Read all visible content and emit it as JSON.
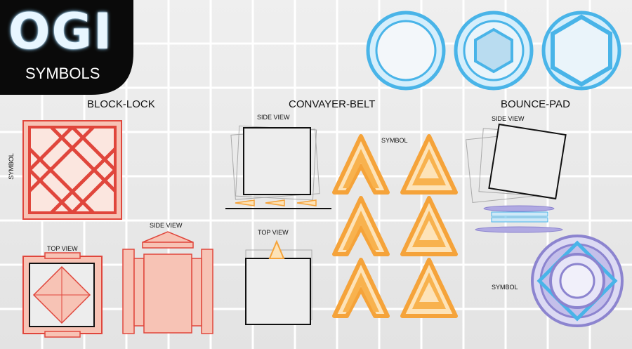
{
  "logo": {
    "title": "OGI",
    "subtitle": "SYMBOLS"
  },
  "sections": {
    "block_lock": "BLOCK-LOCK",
    "convayer_belt": "CONVAYER-BELT",
    "bounce_pad": "BOUNCE-PAD"
  },
  "labels": {
    "block_symbol": "SYMBOL",
    "block_top_view": "TOP VIEW",
    "block_side_view": "SIDE VIEW",
    "belt_side_view": "SIDE VIEW",
    "belt_top_view": "TOP VIEW",
    "belt_symbol": "SYMBOL",
    "pad_side_view": "SIDE VIEW",
    "pad_symbol": "SYMBOL"
  },
  "colors": {
    "block_red": "#e0463c",
    "block_fill": "#f7c3b5",
    "belt_orange": "#f5a33a",
    "belt_light": "#fde3b8",
    "pad_blue": "#49b4e8",
    "pad_purple": "#8c84cf",
    "logo_bg": "#0a0a0a"
  },
  "icons": [
    "ring-icon",
    "hexagon-in-ring-icon",
    "hexagon-ring-icon",
    "chevron-arrow-icon",
    "lattice-icon",
    "diamond-ring-icon"
  ]
}
